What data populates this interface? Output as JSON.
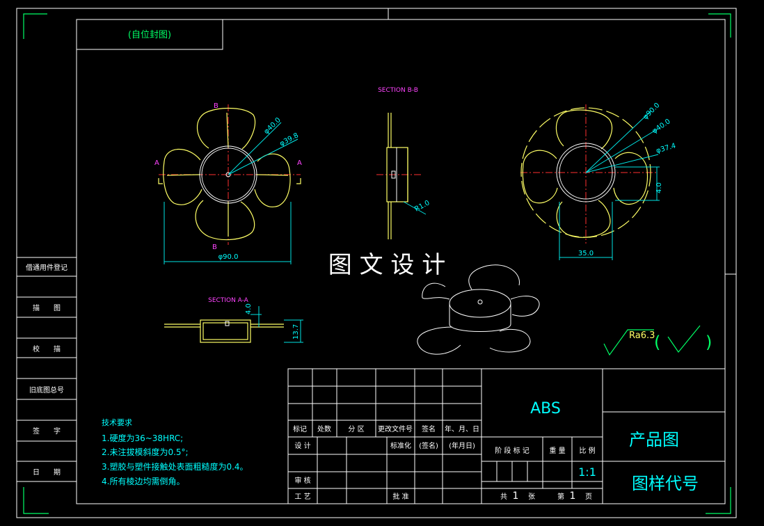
{
  "drawing": {
    "mirror_tag": "(自位封图)",
    "watermark": "图 文 设 计",
    "section_bb": "SECTION B-B",
    "section_aa": "SECTION A-A",
    "view_labels": {
      "b": "B",
      "a": "A"
    },
    "dims": {
      "front_d40": "φ40.0",
      "front_d398": "φ39.8",
      "front_d90": "φ90.0",
      "bb_r1": "R1.0",
      "aa_h4": "4.0",
      "aa_h137": "13.7",
      "right_d90": "φ90.0",
      "right_d40": "φ40.0",
      "right_d374": "φ37.4",
      "right_h4": "4.0",
      "right_w35": "35.0"
    },
    "roughness": {
      "label": "Ra6.3",
      "open": "(",
      "close": ")"
    }
  },
  "left_column": {
    "items": [
      "借通用件登记",
      "描　　图",
      "校　　描",
      "旧底图总号",
      "签　　字",
      "日　　期"
    ]
  },
  "tech_requirements": {
    "title": "技术要求",
    "items": [
      "1.硬度为36~38HRC;",
      "2.未注拔模斜度为0.5°;",
      "3.塑胶与塑件接触处表面粗糙度为0.4。",
      "4.所有棱边均需倒角。"
    ]
  },
  "title_block": {
    "headers": {
      "mark": "标记",
      "count": "处数",
      "zone": "分 区",
      "change_doc": "更改文件号",
      "sign": "签名",
      "date": "年、月、日"
    },
    "design": "设 计",
    "standardize": "标准化",
    "sign_paren": "(签名)",
    "date_paren": "(年月日)",
    "review": "审 核",
    "process": "工 艺",
    "approve": "批 准",
    "material": "ABS",
    "stage_mark": "阶 段 标 记",
    "weight": "重 量",
    "scale_label": "比 例",
    "scale_value": "1:1",
    "product_name": "产品图",
    "drawing_code": "图样代号",
    "sheets_total_pre": "共",
    "sheets_total": "1",
    "sheets_unit": "张",
    "sheet_no_pre": "第",
    "sheet_no": "1",
    "sheet_no_unit": "页"
  }
}
